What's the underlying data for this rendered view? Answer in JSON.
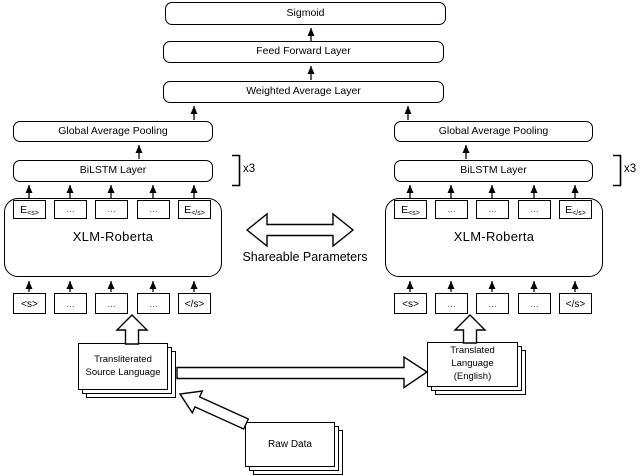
{
  "top": {
    "sigmoid": "Sigmoid",
    "feed_forward": "Feed Forward Layer",
    "weighted_average": "Weighted Average Layer"
  },
  "center": {
    "shareable_parameters": "Shareable Parameters"
  },
  "branches": {
    "left": {
      "global_average_pooling": "Global Average Pooling",
      "bilstm": "BiLSTM Layer",
      "repeat": "x3",
      "encoder": "XLM-Roberta",
      "embeddings": [
        {
          "main": "E",
          "sub": "<s>"
        },
        {
          "main": "...",
          "sub": ""
        },
        {
          "main": "...",
          "sub": ""
        },
        {
          "main": "...",
          "sub": ""
        },
        {
          "main": "E",
          "sub": "</s>"
        }
      ],
      "tokens": [
        "<s>",
        "...",
        "...",
        "...",
        "</s>"
      ]
    },
    "right": {
      "global_average_pooling": "Global Average Pooling",
      "bilstm": "BiLSTM Layer",
      "repeat": "x3",
      "encoder": "XLM-Roberta",
      "embeddings": [
        {
          "main": "E",
          "sub": "<s>"
        },
        {
          "main": "...",
          "sub": ""
        },
        {
          "main": "...",
          "sub": ""
        },
        {
          "main": "...",
          "sub": ""
        },
        {
          "main": "E",
          "sub": "</s>"
        }
      ],
      "tokens": [
        "<s>",
        "...",
        "...",
        "...",
        "</s>"
      ]
    }
  },
  "bottom": {
    "left_stack": {
      "line1": "Transliterated",
      "line2": "Source Language"
    },
    "right_stack": {
      "line1": "Translated Language",
      "line2": "(English)"
    },
    "raw_data": "Raw Data"
  },
  "colors": {
    "stroke": "#000000",
    "background": "#ffffff",
    "dots": "#666666"
  }
}
